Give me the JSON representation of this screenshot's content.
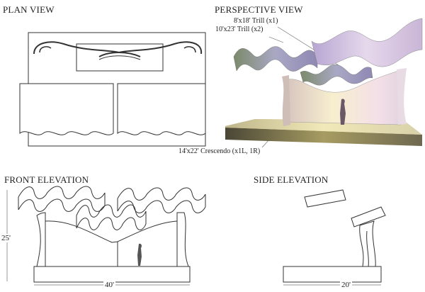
{
  "titles": {
    "plan": "PLAN VIEW",
    "perspective": "PERSPECTIVE VIEW",
    "front": "FRONT ELEVATION",
    "side": "SIDE ELEVATION"
  },
  "callouts": {
    "trill_small": "8'x18' Trill (x1)",
    "trill_large": "10'x23' Trill (x2)",
    "crescendo": "14'x22' Crescendo (x1L, 1R)"
  },
  "dimensions": {
    "front_height": "25'",
    "front_width": "40'",
    "side_depth": "20'"
  }
}
